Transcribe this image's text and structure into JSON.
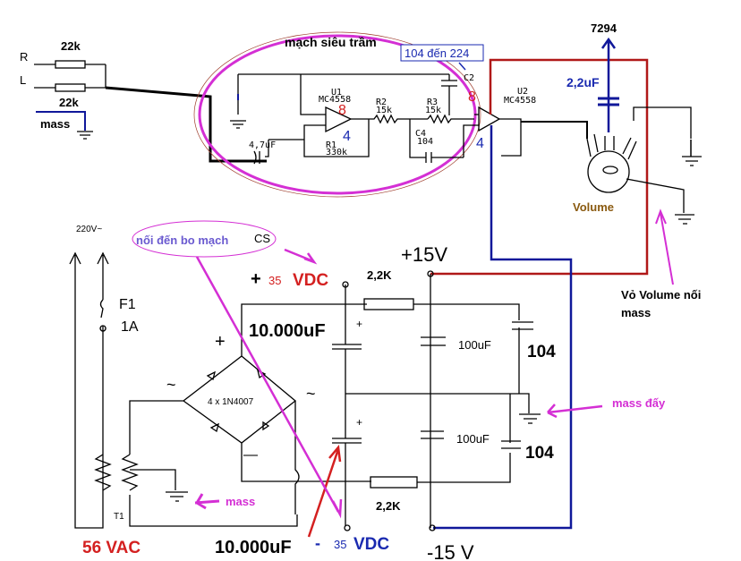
{
  "title": "mạch siêu trầm",
  "inputs": {
    "r_label": "R",
    "l_label": "L",
    "r_resistor": "22k",
    "l_resistor": "22k",
    "mass_label": "mass"
  },
  "filter": {
    "u1_name": "U1",
    "u1_part": "MC4558",
    "u2_name": "U2",
    "u2_part": "MC4558",
    "pin8_u1": "8",
    "pin4_u1": "4",
    "pin8_u2": "8",
    "pin4_u2": "4",
    "r1_name": "R1",
    "r1_value": "330k",
    "r2_name": "R2",
    "r2_value": "15k",
    "r3_name": "R3",
    "r3_value": "15k",
    "c2_name": "C2",
    "c2_note": "104 đến 224",
    "c4_name": "C4",
    "c4_value": "104",
    "cin_value": "4,7uF",
    "cin_plus": "+"
  },
  "output": {
    "ic_label": "7294",
    "cap_value": "2,2uF",
    "volume_label": "Volume",
    "volume_note_line1": "Vỏ Volume nối",
    "volume_note_line2": "mass"
  },
  "power": {
    "mains": "220V~",
    "fuse_name": "F1",
    "fuse_rating": "1A",
    "transformer": "T1",
    "secondary": "56 VAC",
    "bridge": "4 x  1N4007",
    "bridge_plus": "+",
    "bridge_minus": "—",
    "ac1": "~",
    "ac2": "~",
    "note_board": "nối đến bo mạch",
    "note_board_cs": "CS",
    "pos_sign": "+",
    "pos_value": "35",
    "pos_unit": "VDC",
    "neg_sign": "-",
    "neg_value": "35",
    "neg_unit": "VDC",
    "cap_top": "10.000uF",
    "cap_bottom": "10.000uF",
    "res_top": "2,2K",
    "res_bottom": "2,2K",
    "rail_pos": "+15V",
    "rail_neg": "-15 V",
    "cap_100_top": "100uF",
    "cap_100_bottom": "100uF",
    "cap_104_top": "104",
    "cap_104_bottom": "104",
    "mass_label": "mass",
    "mass_day": "mass đấy",
    "plus": "+",
    "minus": "−"
  },
  "colors": {
    "annotation": "#d42fd4",
    "positive_rail": "#b01818",
    "negative_rail": "#10189a",
    "label_red": "#d42020",
    "label_blue": "#1a2ab0",
    "volume": "#8a5a10"
  }
}
